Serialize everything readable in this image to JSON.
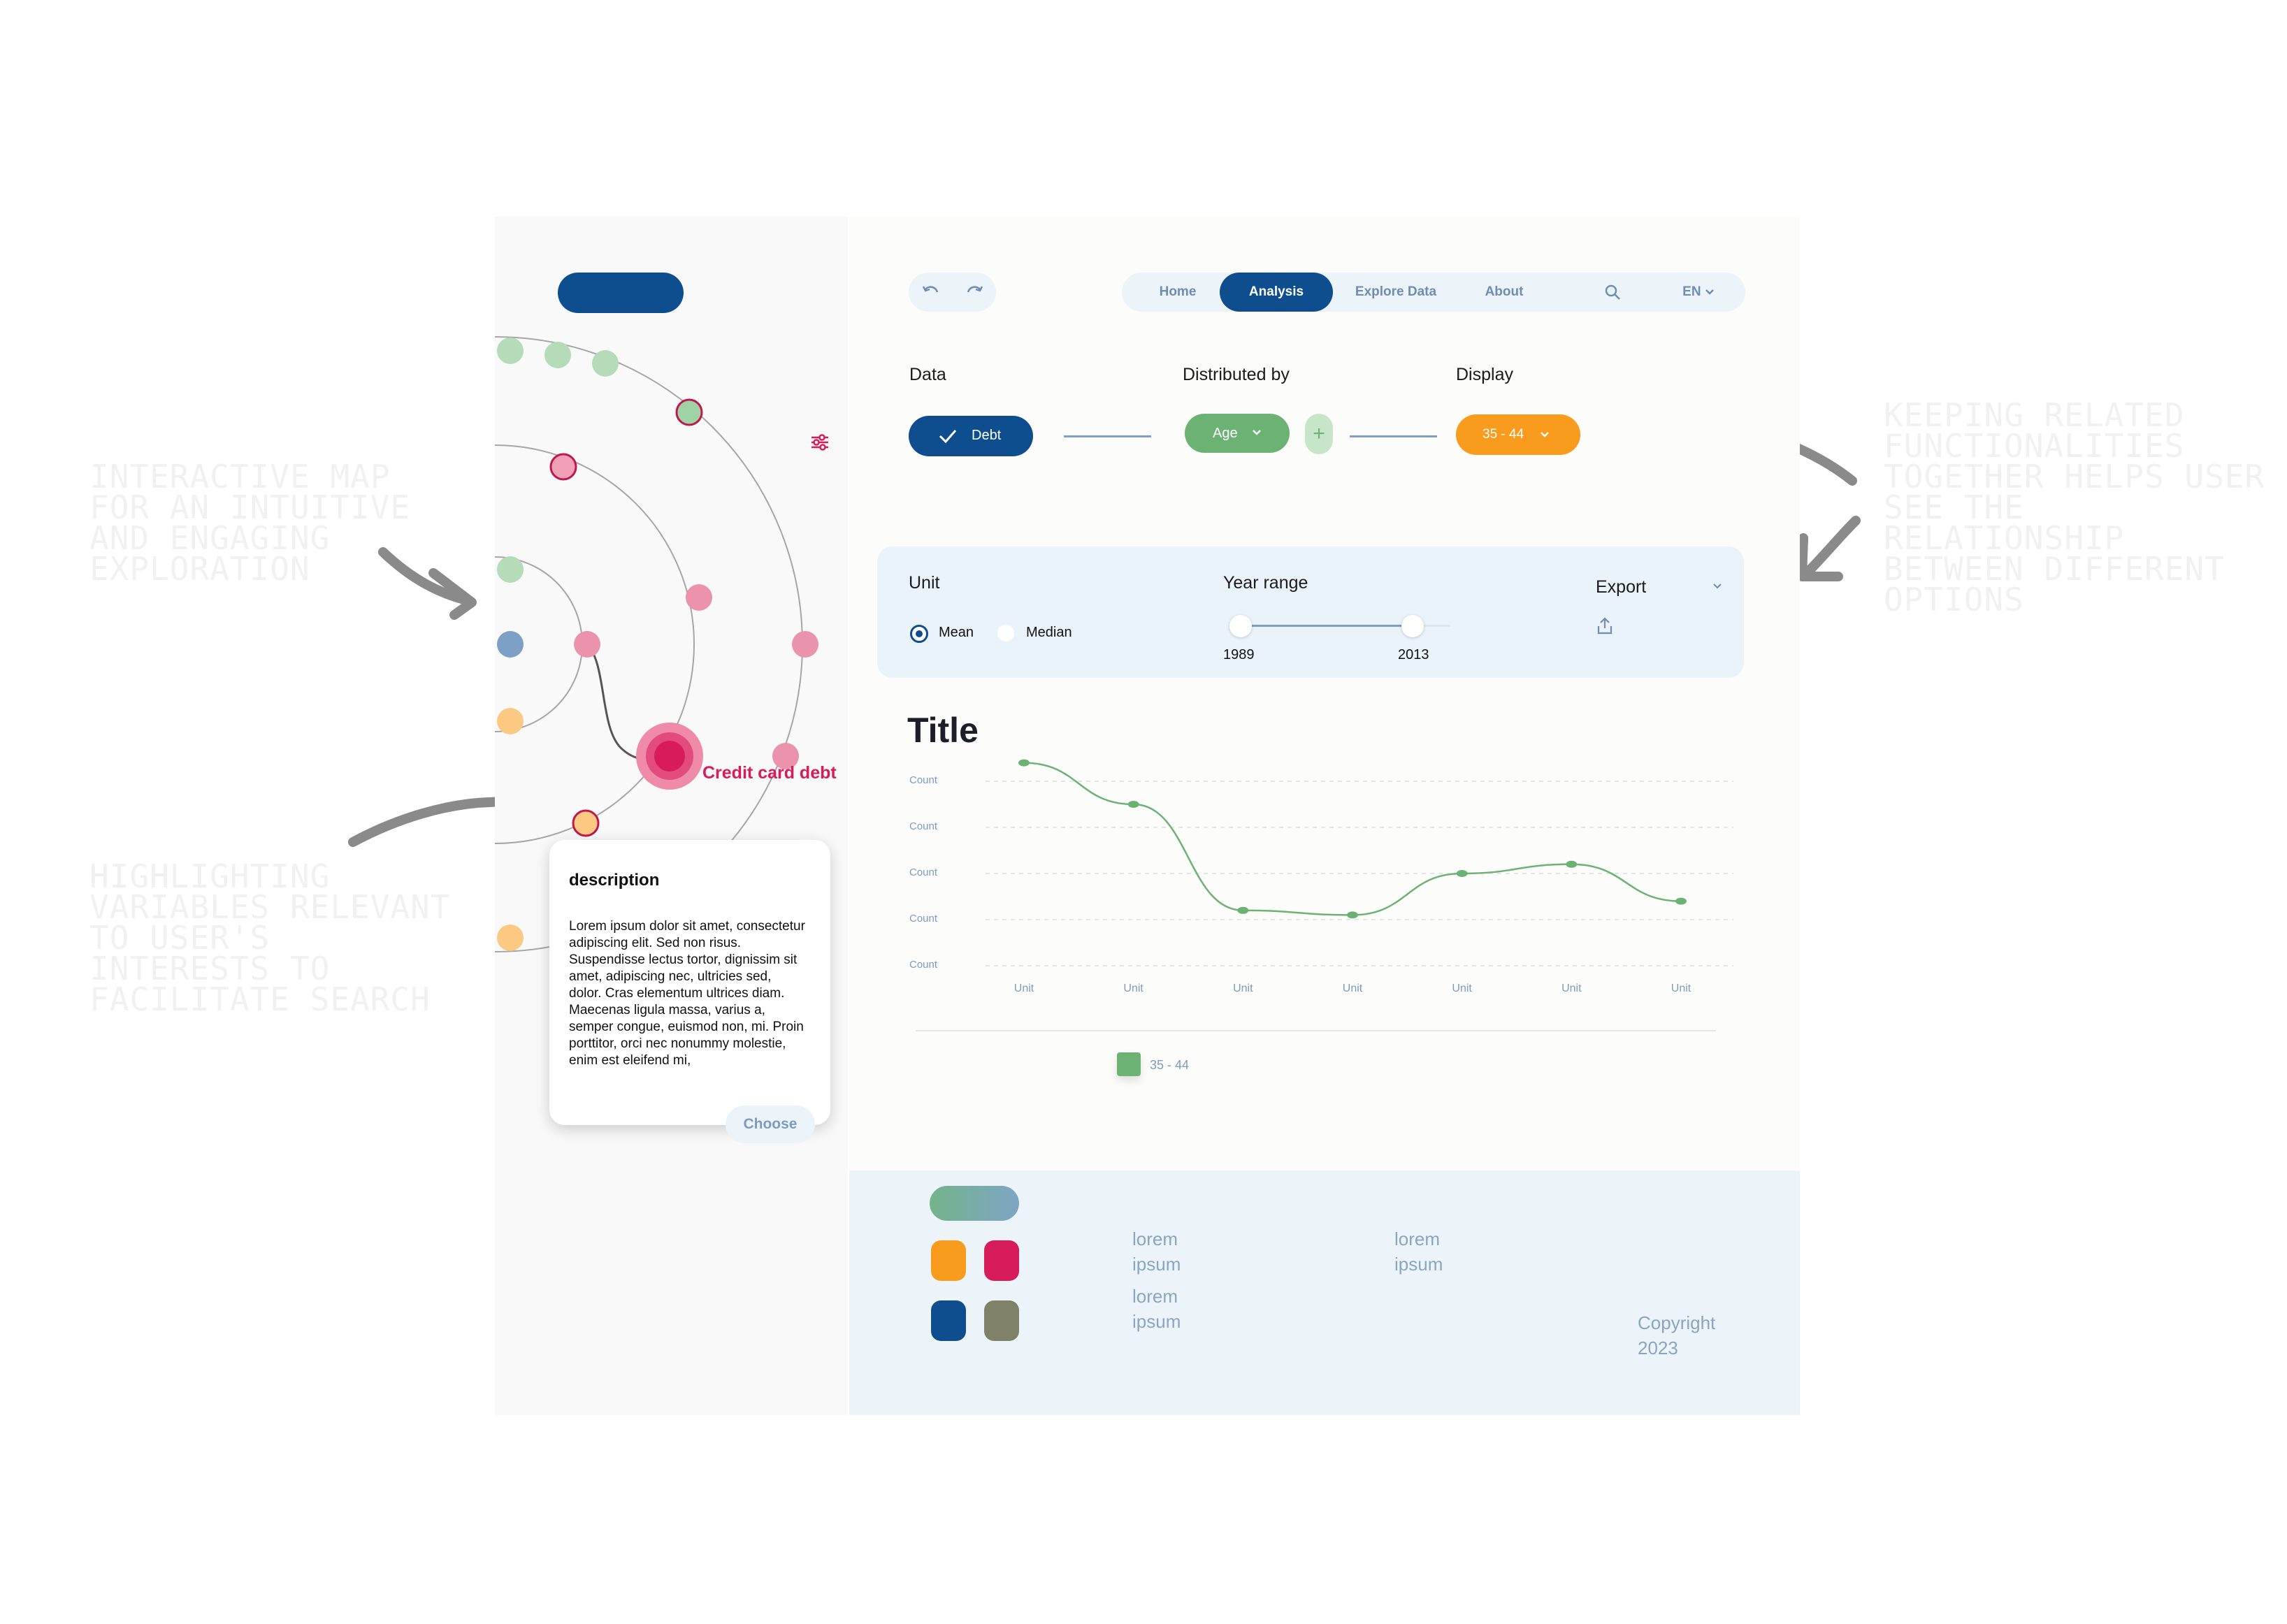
{
  "annotations": {
    "map": "INTERACTIVE MAP FOR AN INTUITIVE AND ENGAGING EXPLORATION",
    "highlight": "HIGHLIGHTING VARIABLES RELEVANT TO USER'S INTERESTS TO FACILITATE SEARCH",
    "grouping": "KEEPING RELATED FUNCTIONALITIES TOGETHER HELPS USER SEE THE RELATIONSHIP BETWEEN DIFFERENT OPTIONS"
  },
  "map": {
    "highlight_label": "Credit card debt"
  },
  "popup": {
    "title": "description",
    "body": "Lorem ipsum dolor sit amet, consectetur adipiscing elit. Sed non risus. Suspendisse lectus tortor, dignissim sit amet, adipiscing nec, ultricies sed, dolor. Cras elementum ultrices diam. Maecenas ligula massa, varius a, semper congue, euismod non, mi. Proin porttitor, orci nec nonummy molestie, enim est eleifend mi,",
    "choose_label": "Choose"
  },
  "nav": {
    "items": [
      "Home",
      "Analysis",
      "Explore Data",
      "About"
    ],
    "active": "Analysis",
    "language": "EN"
  },
  "controls": {
    "data_label": "Data",
    "data_value": "Debt",
    "distributed_label": "Distributed by",
    "distributed_value": "Age",
    "add_symbol": "+",
    "display_label": "Display",
    "display_value": "35 - 44"
  },
  "options": {
    "unit_label": "Unit",
    "unit_options": [
      "Mean",
      "Median"
    ],
    "unit_selected": "Mean",
    "year_label": "Year range",
    "year_start": "1989",
    "year_end": "2013",
    "export_label": "Export"
  },
  "chart_data": {
    "type": "line",
    "title": "Title",
    "y_tick_labels": [
      "Count",
      "Count",
      "Count",
      "Count",
      "Count"
    ],
    "categories": [
      "Unit",
      "Unit",
      "Unit",
      "Unit",
      "Unit",
      "Unit",
      "Unit"
    ],
    "series": [
      {
        "name": "35 - 44",
        "values": [
          4.4,
          3.5,
          1.2,
          1.1,
          2.0,
          2.2,
          1.4
        ]
      }
    ],
    "ylim": [
      0,
      4
    ],
    "grid": true,
    "legend": "bottom-left",
    "color": "#6db275"
  },
  "footer": {
    "links": [
      "lorem ipsum",
      "lorem ipsum",
      "lorem ipsum"
    ],
    "copyright": "Copyright 2023",
    "colors": [
      "#f99c1d",
      "#d81b5a",
      "#0e4e8f",
      "#7f8267"
    ]
  },
  "colors": {
    "primary": "#0e4e8f",
    "green": "#6db275",
    "orange": "#f99c1d",
    "pink": "#d81b5a",
    "panel": "#ebf3fa"
  }
}
